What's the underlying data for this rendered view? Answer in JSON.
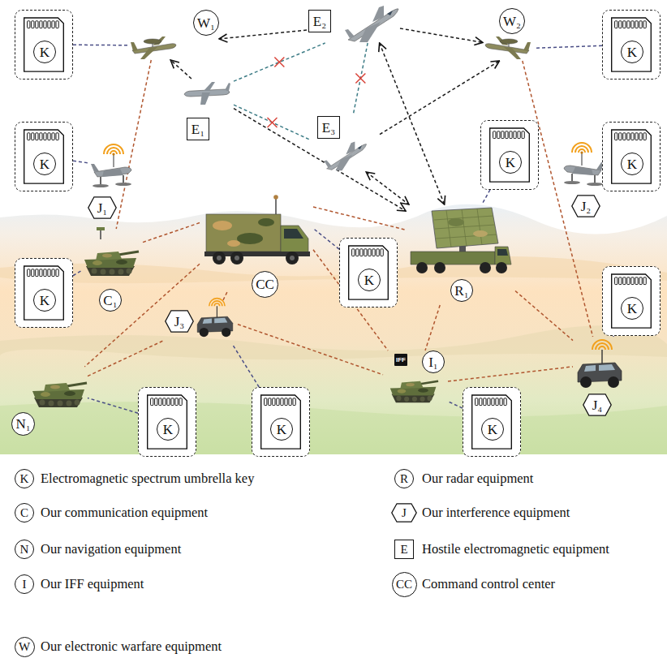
{
  "diagram": {
    "nodes": [
      {
        "text": [
          "K"
        ]
      },
      {
        "text": [
          "W₁"
        ]
      },
      {
        "text": [
          "E₂"
        ]
      },
      {
        "text": [
          "W₂"
        ]
      },
      {
        "text": [
          "K"
        ]
      },
      {
        "text": [
          "E₁"
        ]
      },
      {
        "text": [
          "E₃"
        ]
      },
      {
        "text": [
          "K"
        ]
      },
      {
        "text": [
          "J₁"
        ]
      },
      {
        "text": [
          "K"
        ]
      },
      {
        "text": [
          "J₂"
        ]
      },
      {
        "text": [
          "K"
        ]
      },
      {
        "text": [
          "C₁"
        ]
      },
      {
        "text": [
          "CC"
        ]
      },
      {
        "text": [
          "K"
        ]
      },
      {
        "text": [
          "R₁"
        ]
      },
      {
        "text": [
          "K"
        ]
      },
      {
        "text": [
          "K"
        ]
      },
      {
        "text": [
          "J₃"
        ]
      },
      {
        "text": [
          "I₁"
        ]
      },
      {
        "text": [
          "N₁"
        ]
      },
      {
        "text": [
          "K"
        ]
      },
      {
        "text": [
          "K"
        ]
      },
      {
        "text": [
          "J₄"
        ]
      },
      {
        "text": [
          "K"
        ]
      }
    ],
    "edges": [
      {
        "from": 0,
        "to": 1,
        "arrow": "none"
      },
      {
        "from": 4,
        "to": 3,
        "arrow": "none"
      },
      {
        "from": 7,
        "to": 8,
        "arrow": "none"
      },
      {
        "from": 9,
        "to": 10,
        "arrow": "none"
      },
      {
        "from": 11,
        "to": 15,
        "arrow": "none"
      },
      {
        "from": 14,
        "to": 13,
        "arrow": "none"
      },
      {
        "from": 16,
        "to": 12,
        "arrow": "none"
      },
      {
        "from": 17,
        "to": 23,
        "arrow": "none"
      },
      {
        "from": 21,
        "to": 20,
        "arrow": "none"
      },
      {
        "from": 22,
        "to": 18,
        "arrow": "none"
      },
      {
        "from": 24,
        "to": 19,
        "arrow": "none"
      },
      {
        "from": 5,
        "to": 1,
        "arrow": "to"
      },
      {
        "from": 2,
        "to": 1,
        "arrow": "to"
      },
      {
        "from": 2,
        "to": 3,
        "arrow": "to"
      },
      {
        "from": 6,
        "to": 3,
        "arrow": "to"
      },
      {
        "from": 2,
        "to": 15,
        "arrow": "both"
      },
      {
        "from": 6,
        "to": 15,
        "arrow": "both"
      },
      {
        "from": 5,
        "to": 15,
        "arrow": "to"
      },
      {
        "from": 5,
        "to": 2,
        "arrow": "none"
      },
      {
        "from": 5,
        "to": 6,
        "arrow": "none"
      },
      {
        "from": 2,
        "to": 6,
        "arrow": "none"
      },
      {
        "from": 1,
        "to": 12,
        "arrow": "none"
      },
      {
        "from": 3,
        "to": 23,
        "arrow": "none"
      },
      {
        "from": 13,
        "to": 12,
        "arrow": "none"
      },
      {
        "from": 13,
        "to": 20,
        "arrow": "none"
      },
      {
        "from": 13,
        "to": 18,
        "arrow": "none"
      },
      {
        "from": 13,
        "to": 19,
        "arrow": "none"
      },
      {
        "from": 13,
        "to": 15,
        "arrow": "none"
      },
      {
        "from": 20,
        "to": 18,
        "arrow": "none"
      },
      {
        "from": 18,
        "to": 19,
        "arrow": "none"
      },
      {
        "from": 19,
        "to": 23,
        "arrow": "none"
      },
      {
        "from": 15,
        "to": 23,
        "arrow": "none"
      },
      {
        "from": 15,
        "to": 19,
        "arrow": "none"
      }
    ],
    "labels": [
      "IFF",
      "K",
      "R",
      "C",
      "J",
      "N",
      "E",
      "I",
      "CC",
      "W"
    ],
    "legend": [
      {
        "text": "Electromagnetic spectrum umbrella key"
      },
      {
        "text": "Our radar equipment"
      },
      {
        "text": "Our communication equipment"
      },
      {
        "text": "Our interference equipment"
      },
      {
        "text": "Our navigation equipment"
      },
      {
        "text": "Hostile electromagnetic equipment"
      },
      {
        "text": "Our IFF equipment"
      },
      {
        "text": "Command control center"
      },
      {
        "text": "Our electronic warfare equipment"
      }
    ]
  }
}
